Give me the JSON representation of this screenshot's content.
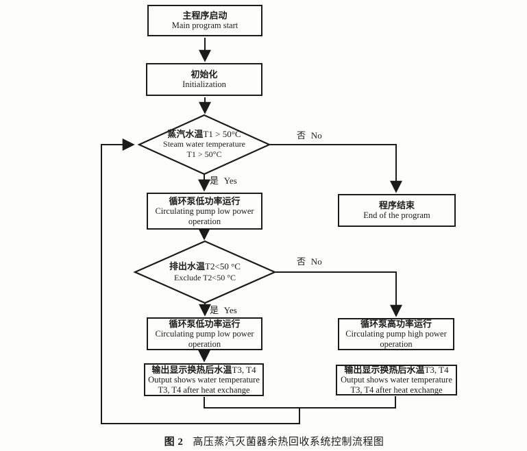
{
  "figure": {
    "caption_tag": "图 2",
    "caption_text": "高压蒸汽灭菌器余热回收系统控制流程图"
  },
  "colors": {
    "ink": "#1b1b1b",
    "paper": "#fdfdfb"
  },
  "flowchart": {
    "nodes": {
      "start": {
        "zh": "主程序启动",
        "en": "Main program start"
      },
      "init": {
        "zh": "初始化",
        "en": "Initialization"
      },
      "decision1": {
        "zh_bold": "蒸汽水温",
        "zh_rest": "T1 > 50°C",
        "en1": "Steam water temperature",
        "en2": "T1 > 50°C"
      },
      "pump_low_a": {
        "zh": "循环泵低功率运行",
        "en1": "Circulating pump low power",
        "en2": "operation"
      },
      "decision2": {
        "zh_bold": "排出水温",
        "zh_rest": "T2<50 °C",
        "en": "Exclude T2<50 °C"
      },
      "pump_low_b": {
        "zh": "循环泵低功率运行",
        "en1": "Circulating pump low power",
        "en2": "operation"
      },
      "pump_high": {
        "zh": "循环泵高功率运行",
        "en1": "Circulating pump high power",
        "en2": "operation"
      },
      "output_left": {
        "zh_bold": "输出显示换热后水温",
        "zh_rest": "T3, T4",
        "en1": "Output shows water temperature",
        "en2": "T3, T4 after heat exchange"
      },
      "output_right": {
        "zh_bold": "输出显示换热后水温",
        "zh_rest": "T3, T4",
        "en1": "Output shows water temperature",
        "en2": "T3, T4 after heat exchange"
      },
      "end": {
        "zh": "程序结束",
        "en": "End of the program"
      }
    },
    "labels": {
      "yes1": "是 Yes",
      "no1": "否 No",
      "yes2": "是 Yes",
      "no2": "否 No"
    }
  }
}
